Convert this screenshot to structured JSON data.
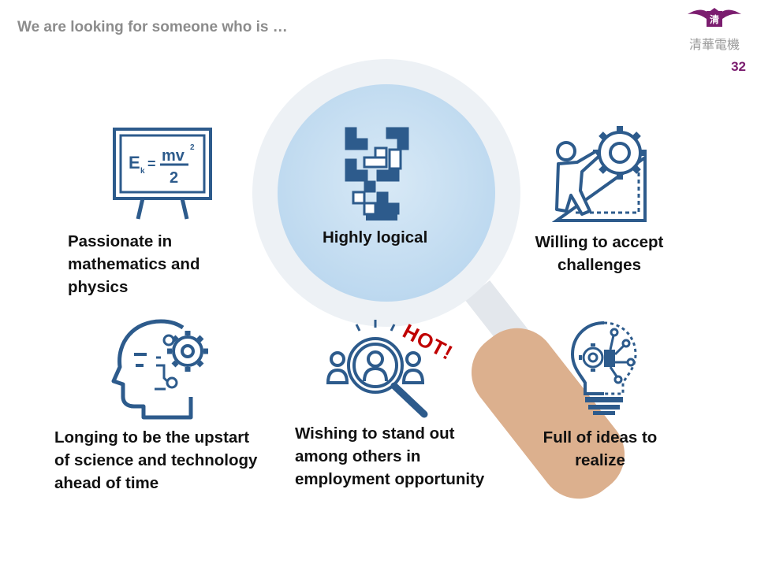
{
  "header": {
    "title": "We are looking for someone who is …",
    "page_number": "32",
    "logo_text": "清華電機"
  },
  "traits": [
    {
      "label": "Passionate in mathematics and physics",
      "icon": "blackboard-formula-icon",
      "formula": {
        "lhs": "E",
        "sub": "k",
        "num": "mv",
        "sup": "2",
        "den": "2"
      }
    },
    {
      "label": "Highly logical",
      "icon": "tetris-blocks-icon"
    },
    {
      "label": "Willing to accept challenges",
      "icon": "climbing-gear-icon"
    },
    {
      "label": "Longing to be the upstart of science and technology ahead of time",
      "icon": "head-gear-icon"
    },
    {
      "label": "Wishing to stand out among others in employment opportunity",
      "icon": "search-person-icon",
      "badge": "HOT!"
    },
    {
      "label": "Full of ideas to realize",
      "icon": "lightbulb-circuit-icon"
    }
  ],
  "colors": {
    "icon_blue": "#2d5b8c",
    "light_blue": "#cfe3f3",
    "handle": "#dcb08e",
    "accent_purple": "#7b1d6f",
    "hot_red": "#c00000"
  }
}
